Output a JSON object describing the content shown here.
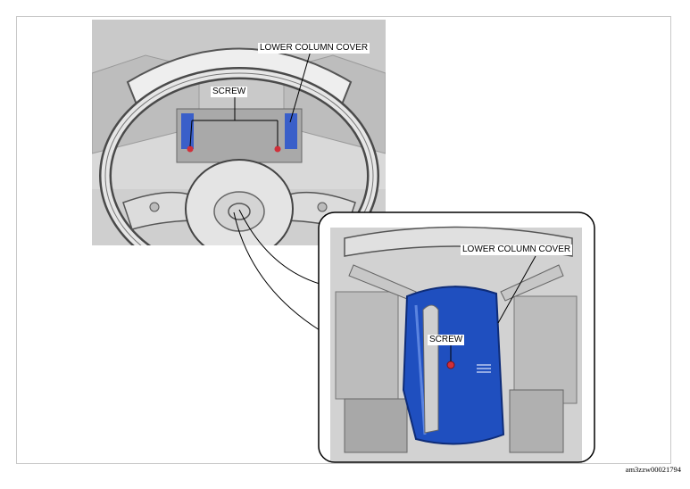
{
  "main_view": {
    "labels": {
      "screw": "SCREW",
      "lower_column_cover": "LOWER COLUMN COVER"
    }
  },
  "detail_view": {
    "labels": {
      "lower_column_cover": "LOWER COLUMN COVER",
      "screw": "SCREW"
    }
  },
  "figure_code": "am3zzw00021794",
  "colors": {
    "highlight_cover": "#1f4fbf",
    "screw_marker": "#d0303a",
    "frame_border": "#c8c8c8"
  }
}
